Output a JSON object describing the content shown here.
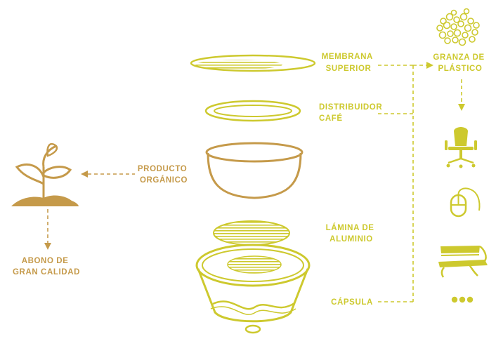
{
  "labels": {
    "membrana": [
      "MEMBRANA",
      "SUPERIOR"
    ],
    "distribuidor": [
      "DISTRIBUIDOR",
      "CAFÉ"
    ],
    "producto": [
      "PRODUCTO",
      "ORGÁNICO"
    ],
    "lamina": [
      "LÁMINA DE",
      "ALUMINIO"
    ],
    "capsula": [
      "CÁPSULA"
    ],
    "granza": [
      "GRANZA DE",
      "PLÁSTICO"
    ],
    "abono": [
      "ABONO DE",
      "GRAN CALIDAD"
    ]
  },
  "colors": {
    "plastic": "#cdc92e",
    "organic": "#c59a4a"
  },
  "icons": {
    "pellets": "plastic-pellets-icon",
    "chair": "office-chair-icon",
    "mouse": "computer-mouse-icon",
    "bench": "park-bench-icon",
    "more": "more-dots-icon",
    "plant": "plant-sprout-icon"
  }
}
